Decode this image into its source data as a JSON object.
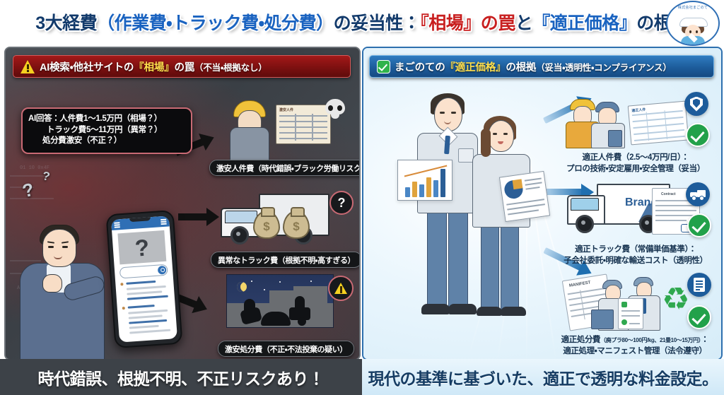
{
  "header": {
    "title_part1": "3大経費",
    "title_part2": "（作業費・トラック費・処分費）",
    "title_part3": "の妥当性：",
    "title_highlight_red": "『相場』の罠",
    "title_mid": "と",
    "title_highlight_blue": "『適正価格』",
    "title_end": "の根拠",
    "logo_text": "株式会社まごのて",
    "accent_navy": "#123a6b",
    "accent_red": "#c81f1f",
    "accent_blue": "#1a63c0"
  },
  "left_panel": {
    "ribbon": {
      "icon": "warning-triangle-icon",
      "text_before": "AI検索・他社サイトの",
      "text_highlight": "『相場』",
      "text_after": "の罠",
      "text_paren": "（不当・根拠なし）",
      "bg_color": "#7d1010"
    },
    "ai_bubble": {
      "line1": "AI回答：人件費1〜1.5万円（相場？）",
      "line2": "トラック費5〜11万円（異常？）",
      "line3": "処分費激安（不正？）"
    },
    "phone": {
      "screen_question": "?",
      "search_icon": "magnifier-icon"
    },
    "items": [
      {
        "caption": "激安人件費（時代錯誤・ブラック労働リスク）",
        "illustration": "worker-with-payroll-sheet",
        "badge": "skull-icon",
        "doc_title": "激安人件"
      },
      {
        "caption": "異常なトラック費（根拠不明・高すぎる）",
        "illustration": "white-truck-with-money-bags",
        "badge": "question-mark-icon",
        "money_symbol": "$"
      },
      {
        "caption": "激安処分費（不正・不法投棄の疑い）",
        "illustration": "night-illegal-dumping-silhouette",
        "badge": "warning-triangle-icon"
      }
    ],
    "footer": "時代錯誤、根拠不明、不正リスクあり！"
  },
  "right_panel": {
    "ribbon": {
      "icon": "green-check-icon",
      "text_before": "まごのての",
      "text_highlight": "『適正価格』",
      "text_after": "の根拠",
      "text_paren": "（妥当・透明性・コンプライアンス）",
      "bg_color": "#1d5c9b"
    },
    "staff": {
      "male_label": "chart-board",
      "female_label": "report-clipboard"
    },
    "items": [
      {
        "caption_line1": "適正人件費（2.5〜4万円/日）：",
        "caption_line2": "プロの技術・安定雇用・安全管理（妥当）",
        "illustration": "two-workers-with-payroll-document",
        "badge": "shield-icon",
        "check": "green-check-icon",
        "doc_title": "適正人件"
      },
      {
        "caption_line1": "適正トラック費（常備単価基準）：",
        "caption_line2": "子会社委託・明確な輸送コスト（透明性）",
        "illustration": "branded-truck-with-contract",
        "badge": "truck-icon",
        "check": "green-check-icon",
        "truck_brand": "Brand",
        "doc_title": "Contract"
      },
      {
        "caption_line1_main": "適正処分費",
        "caption_line1_sub": "（廃プラ80〜100円/kg、21畳10〜15万円）",
        "caption_line1_suffix": "：",
        "caption_line2": "適正処理・マニフェスト管理（法令遵守）",
        "illustration": "staff-with-manifest-and-recycle",
        "badge": "document-icon",
        "check": "green-check-icon",
        "recycle": "recycle-icon",
        "doc_title": "MANIFEST"
      }
    ],
    "footer": "現代の基準に基づいた、適正で透明な料金設定。"
  }
}
